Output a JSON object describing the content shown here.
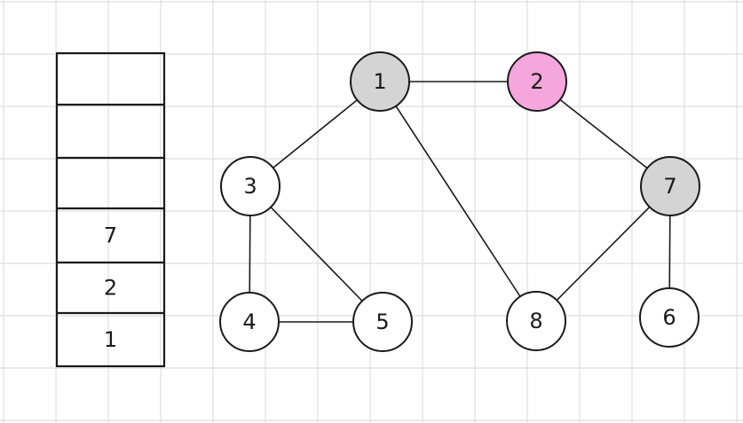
{
  "stack": {
    "cells": [
      "",
      "",
      "",
      "7",
      "2",
      "1"
    ]
  },
  "graph": {
    "nodes": [
      {
        "id": "1",
        "label": "1",
        "state": "visited"
      },
      {
        "id": "2",
        "label": "2",
        "state": "current"
      },
      {
        "id": "3",
        "label": "3",
        "state": "unvisited"
      },
      {
        "id": "4",
        "label": "4",
        "state": "unvisited"
      },
      {
        "id": "5",
        "label": "5",
        "state": "unvisited"
      },
      {
        "id": "6",
        "label": "6",
        "state": "unvisited"
      },
      {
        "id": "7",
        "label": "7",
        "state": "visited"
      },
      {
        "id": "8",
        "label": "8",
        "state": "unvisited"
      }
    ],
    "edges": [
      [
        "1",
        "2"
      ],
      [
        "1",
        "3"
      ],
      [
        "1",
        "8"
      ],
      [
        "2",
        "7"
      ],
      [
        "3",
        "4"
      ],
      [
        "3",
        "5"
      ],
      [
        "4",
        "5"
      ],
      [
        "7",
        "8"
      ],
      [
        "7",
        "6"
      ]
    ]
  },
  "colors": {
    "visited": "#d4d4d4",
    "current": "#f5a6dc",
    "unvisited": "#ffffff"
  }
}
